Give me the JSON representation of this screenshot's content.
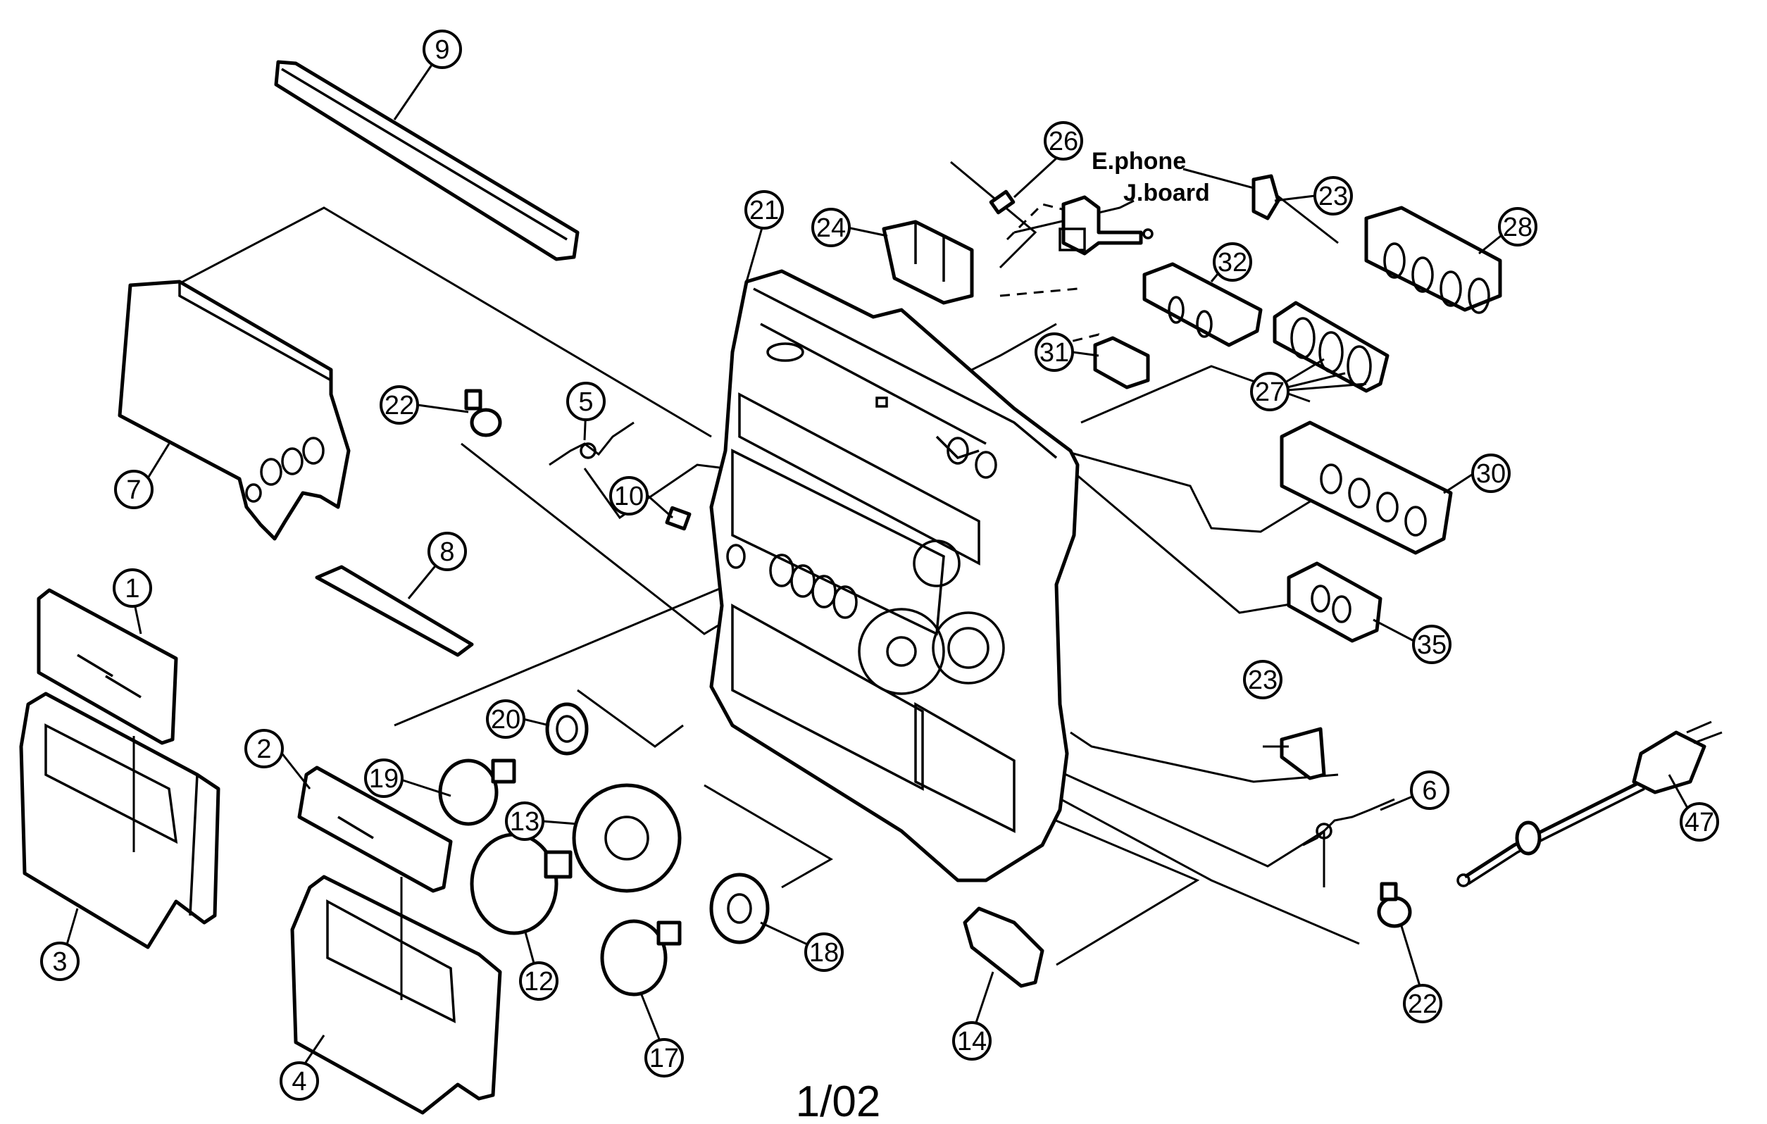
{
  "callouts": [
    "1",
    "2",
    "3",
    "4",
    "5",
    "6",
    "7",
    "8",
    "9",
    "10",
    "12",
    "13",
    "14",
    "17",
    "18",
    "19",
    "20",
    "21",
    "22",
    "22",
    "23",
    "23",
    "24",
    "26",
    "27",
    "28",
    "30",
    "31",
    "32",
    "35",
    "47"
  ],
  "labels": {
    "ephone": "E.phone",
    "jboard": "J.board"
  },
  "page_number": "1/02"
}
